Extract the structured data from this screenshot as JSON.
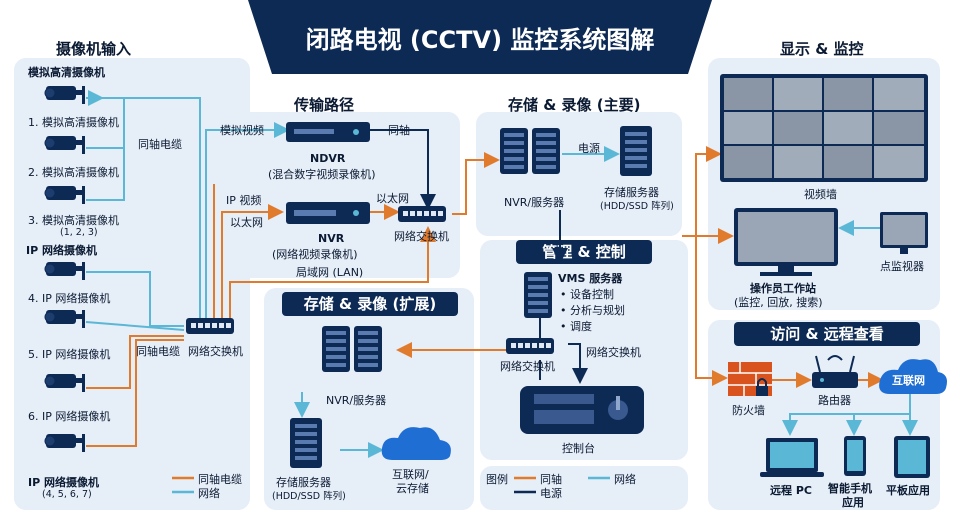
{
  "title": "闭路电视 (CCTV) 监控系统图解",
  "sections": {
    "camera_input": "摄像机输入",
    "transmission": "传输路径",
    "storage_main": "存储 & 录像 (主要)",
    "storage_ext": "存储 & 录像 (扩展)",
    "display": "显示 & 监控",
    "management": "管理 & 控制",
    "remote": "访问 & 远程查看"
  },
  "cameras": {
    "analog_group": "模拟高清摄像机",
    "analog_1": "1. 模拟高清摄像机",
    "analog_2": "2. 模拟高清摄像机",
    "analog_3": "3. 模拟高清摄像机",
    "analog_nums": "(1, 2, 3)",
    "ip_group": "IP 网络摄像机",
    "ip_4": "4. IP 网络摄像机",
    "ip_5": "5. IP 网络摄像机",
    "ip_6": "6. IP 网络摄像机",
    "ip_bottom": "IP 网络摄像机",
    "ip_nums": "(4, 5, 6, 7)"
  },
  "cable_labels": {
    "coax_cable": "同轴电缆",
    "coax_cable_2": "同轴电缆",
    "network_switch": "网络交换机",
    "analog_video": "模拟视频",
    "coax": "同轴",
    "ip_video": "IP 视频",
    "ethernet": "以太网",
    "ethernet_2": "以太网",
    "lan": "局域网 (LAN)",
    "power": "电源",
    "network_switch_2": "网络交换机",
    "network_switch_3": "网络交换机"
  },
  "devices": {
    "ndvr": "NDVR",
    "ndvr_sub": "(混合数字视频录像机)",
    "nvr": "NVR",
    "nvr_sub": "(网络视频录像机)",
    "switch_main": "网络交换机",
    "nvr_server": "NVR/服务器",
    "storage_server": "存储服务器",
    "storage_sub": "(HDD/SSD 阵列)",
    "nvr_server_ext": "NVR/服务器",
    "storage_server_ext": "存储服务器",
    "storage_sub_ext": "(HDD/SSD 阵列)",
    "cloud_label": "互联网/",
    "cloud_label_2": "云存储",
    "vms_title": "VMS 服务器",
    "vms_items": [
      "• 设备控制",
      "• 分析与规划",
      "• 调度"
    ],
    "mgmt_switch": "网络交换机",
    "console": "控制台",
    "video_wall": "视频墙",
    "workstation": "操作员工作站",
    "workstation_sub": "(监控, 回放, 搜索)",
    "spot_monitor": "点监视器",
    "firewall": "防火墙",
    "router": "路由器",
    "internet": "互联网",
    "remote_pc": "远程 PC",
    "smartphone": "智能手机",
    "smartphone_2": "应用",
    "tablet": "平板应用"
  },
  "legend": {
    "left_coax": "同轴电缆",
    "left_net": "网络",
    "title": "图例",
    "coax": "同轴",
    "network": "网络",
    "power": "电源"
  },
  "colors": {
    "coax": "#e07b2e",
    "network": "#5bb7d6",
    "power": "#0d2a55",
    "navy": "#0d2a55",
    "panel": "#e6eef7"
  }
}
